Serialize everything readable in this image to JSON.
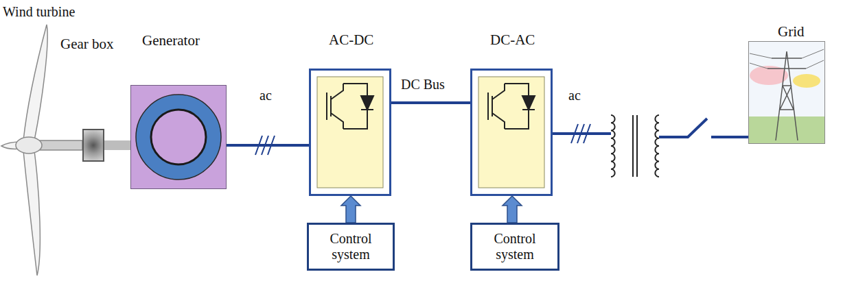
{
  "diagram": {
    "nodes": [
      {
        "text": [
          "Gear box"
        ]
      },
      {
        "text": [
          "Generator"
        ]
      },
      {
        "text": [
          "AC-DC"
        ]
      },
      {
        "text": [
          "DC-AC"
        ]
      },
      {
        "text": [
          "Control system"
        ]
      },
      {
        "text": [
          "Control system"
        ]
      },
      {
        "text": [
          "Grid"
        ]
      }
    ],
    "edges": [
      {
        "from": 0,
        "to": 1,
        "arrow": "none"
      },
      {
        "from": 1,
        "to": 2,
        "label": "ac",
        "arrow": "none"
      },
      {
        "from": 2,
        "to": 3,
        "label": "DC Bus",
        "arrow": "none"
      },
      {
        "from": 4,
        "to": 2,
        "arrow": "to"
      },
      {
        "from": 5,
        "to": 3,
        "arrow": "to"
      },
      {
        "from": 3,
        "to": 6,
        "label": "ac",
        "arrow": "none"
      }
    ],
    "labels": [
      "Wind turbine"
    ]
  }
}
